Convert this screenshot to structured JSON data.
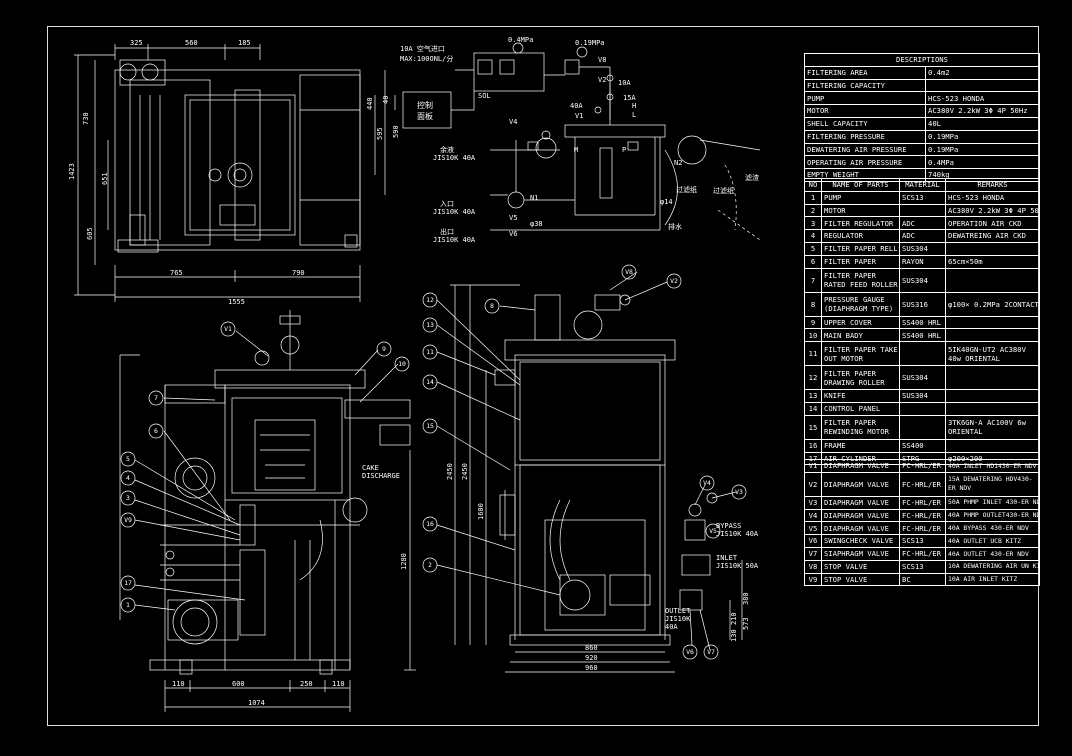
{
  "descriptions": {
    "title": "DESCRIPTIONS",
    "rows": [
      {
        "label": "FILTERING AREA",
        "value": "0.4m2"
      },
      {
        "label": "FILTERING CAPACITY",
        "value": ""
      },
      {
        "label": "PUMP",
        "value": "HCS-523 HONDA"
      },
      {
        "label": "MOTOR",
        "value": "AC380V 2.2kW 3Φ 4P 50Hz"
      },
      {
        "label": "SHELL CAPACITY",
        "value": "40L"
      },
      {
        "label": "FILTERING PRESSURE",
        "value": "0.19MPa"
      },
      {
        "label": "DEWATERING AIR PRESSURE",
        "value": "0.19MPa"
      },
      {
        "label": "OPERATING AIR PRESSURE",
        "value": "0.4MPa"
      },
      {
        "label": "EMPTY WEIGHT",
        "value": "740kg"
      }
    ]
  },
  "parts": {
    "headers": [
      "NO",
      "NAME OF PARTS",
      "MATERIAL",
      "REMARKS"
    ],
    "rows": [
      {
        "no": "1",
        "name": "PUMP",
        "material": "SCS13",
        "remarks": "HCS-523 HONDA"
      },
      {
        "no": "2",
        "name": "MOTOR",
        "material": "",
        "remarks": "AC380V 2.2kW 3Φ 4P 50Hz"
      },
      {
        "no": "3",
        "name": "FILTER REGULATOR",
        "material": "ADC",
        "remarks": "OPERATION AIR CKD"
      },
      {
        "no": "4",
        "name": "REGULATOR",
        "material": "ADC",
        "remarks": "DEWATREING AIR CKD"
      },
      {
        "no": "5",
        "name": "FILTER PAPER RELL",
        "material": "SUS304",
        "remarks": ""
      },
      {
        "no": "6",
        "name": "FILTER PAPER",
        "material": "RAYON",
        "remarks": "65cm×50m"
      },
      {
        "no": "7",
        "name": "FILTER PAPER RATED FEED ROLLER",
        "material": "SUS304",
        "remarks": ""
      },
      {
        "no": "8",
        "name": "PRESSURE GAUGE (DIAPHRAGM TYPE)",
        "material": "SUS316",
        "remarks": "φ100× 0.2MPa 2CONTACT"
      },
      {
        "no": "9",
        "name": "UPPER COVER",
        "material": "SS400 HRL",
        "remarks": ""
      },
      {
        "no": "10",
        "name": "MAIN BADY",
        "material": "SS400 HRL",
        "remarks": ""
      },
      {
        "no": "11",
        "name": "FILTER PAPER TAKE OUT MOTOR",
        "material": "",
        "remarks": "5IK40GN-UT2 AC380V 40w ORIENTAL"
      },
      {
        "no": "12",
        "name": "FILTER PAPER DRAWING ROLLER",
        "material": "SUS304",
        "remarks": ""
      },
      {
        "no": "13",
        "name": "KNIFE",
        "material": "SUS304",
        "remarks": ""
      },
      {
        "no": "14",
        "name": "CONTROL PANEL",
        "material": "",
        "remarks": ""
      },
      {
        "no": "15",
        "name": "FILTER PAPER REWINDING MOTOR",
        "material": "",
        "remarks": "3TK6GN-A AC100V 6w ORIENTAL"
      },
      {
        "no": "16",
        "name": "FRAME",
        "material": "SS400",
        "remarks": ""
      },
      {
        "no": "17",
        "name": "AIR CYLINDER",
        "material": "STPG",
        "remarks": "φ200×200"
      }
    ]
  },
  "valves": {
    "rows": [
      {
        "no": "V1",
        "name": "DIAPHRAGM VALVE",
        "material": "FC-HRL/ER",
        "remarks": "40A INLET HD1430-ER NDV"
      },
      {
        "no": "V2",
        "name": "DIAPHRAGM VALVE",
        "material": "FC-HRL/ER",
        "remarks": "15A DEWATERING HDV430-ER NDV"
      },
      {
        "no": "V3",
        "name": "DIAPHRAGM VALVE",
        "material": "FC-HRL/ER",
        "remarks": "50A PHMP INLET 430-ER NDV"
      },
      {
        "no": "V4",
        "name": "DIAPHRAGM VALVE",
        "material": "FC-HRL/ER",
        "remarks": "40A PHMP OUTLET430-ER NDV"
      },
      {
        "no": "V5",
        "name": "DIAPHRAGM VALVE",
        "material": "FC-HRL/ER",
        "remarks": "40A BYPASS 430-ER NDV"
      },
      {
        "no": "V6",
        "name": "SWINGCHECK VALVE",
        "material": "SCS13",
        "remarks": "40A OUTLET UCB KITZ"
      },
      {
        "no": "V7",
        "name": "SIAPHRAGM VALVE",
        "material": "FC-HRL/ER",
        "remarks": "40A OUTLET 430-ER NDV"
      },
      {
        "no": "V8",
        "name": "STOP VALVE",
        "material": "SCS13",
        "remarks": "10A DEWATERING AIR UN KITZ"
      },
      {
        "no": "V9",
        "name": "STOP VALVE",
        "material": "BC",
        "remarks": "10A AIR INLET KITZ"
      }
    ]
  },
  "top_view": {
    "dims": [
      "325",
      "560",
      "185",
      "730",
      "1423",
      "605",
      "440",
      "595",
      "590",
      "651",
      "765",
      "790",
      "1555",
      "40"
    ]
  },
  "schematic": {
    "air_inlet": "10A 空气进口",
    "air_max": "MAX:100ONL/分",
    "gauge1": "0.4MPa",
    "gauge2": "0.19MPa",
    "sol": "SOL",
    "control_box": [
      "控制",
      "面板"
    ],
    "pipe_labels": [
      "余液",
      "JIS10K 40A",
      "入口",
      "JIS10K 40A",
      "出口",
      "JIS10K 40A"
    ],
    "valve_tags": [
      "V4",
      "V5",
      "V6",
      "V2",
      "V1",
      "V8",
      "40A",
      "15A",
      "10A",
      "H",
      "L",
      "M",
      "N1",
      "N2",
      "P",
      "φ14",
      "φ38"
    ],
    "side_labels": [
      "过滤纸",
      "过滤纸",
      "滤渣",
      "排水"
    ]
  },
  "front_view": {
    "callouts": [
      "V1",
      "7",
      "6",
      "5",
      "4",
      "3",
      "V9",
      "17",
      "1",
      "9",
      "10"
    ],
    "cake_label": [
      "CAKE",
      "DISCHARGE"
    ],
    "dims": [
      "110",
      "600",
      "250",
      "110",
      "1074",
      "1280"
    ]
  },
  "side_view": {
    "callouts": [
      "V8",
      "V2",
      "8",
      "12",
      "13",
      "11",
      "14",
      "15",
      "16",
      "2",
      "V4",
      "V3",
      "V5",
      "V6",
      "V7"
    ],
    "labels": [
      "BYPASS",
      "JIS10K 40A",
      "INLET",
      "JIS10K 50A",
      "OUTLET",
      "JIS10K",
      "40A"
    ],
    "dims": [
      "2450",
      "2450",
      "1600",
      "860",
      "920",
      "960",
      "380",
      "573",
      "210",
      "130"
    ]
  },
  "colors": {
    "line": "#ffffff",
    "background": "#000000",
    "accent": "#ffff66"
  }
}
